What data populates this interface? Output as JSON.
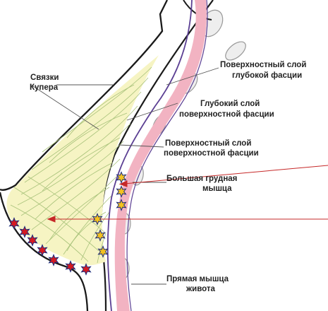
{
  "labels": {
    "cooper_ligaments": [
      "Связки",
      "Купера"
    ],
    "superficial_layer_deep_fascia": [
      "Поверхностный слой",
      "глубокой фасции"
    ],
    "deep_layer_superficial_fascia": [
      "Глубокий слой",
      "поверхностной фасции"
    ],
    "superficial_layer_superficial_fascia": [
      "Поверхностный слой",
      "поверхностной фасции"
    ],
    "pectoralis_major": [
      "Большая грудная",
      "мышца"
    ],
    "rectus_abdominis": [
      "Прямая мышца",
      "живота"
    ]
  },
  "colors": {
    "outline": "#1a1a1a",
    "breast_tissue": "#f6f4c3",
    "ligament_lines": "#a8c27a",
    "muscle": "#f2b3c2",
    "fascia": "#5b3f93",
    "leader": "#555555",
    "arrow": "#c62828",
    "red_star": "#d71920",
    "yellow_star": "#f4c21f",
    "star_edge": "#1f2d7a",
    "rib": "#eeeeee"
  },
  "icons": {
    "red_marker": "red-star-icon",
    "yellow_marker": "yellow-star-icon"
  }
}
